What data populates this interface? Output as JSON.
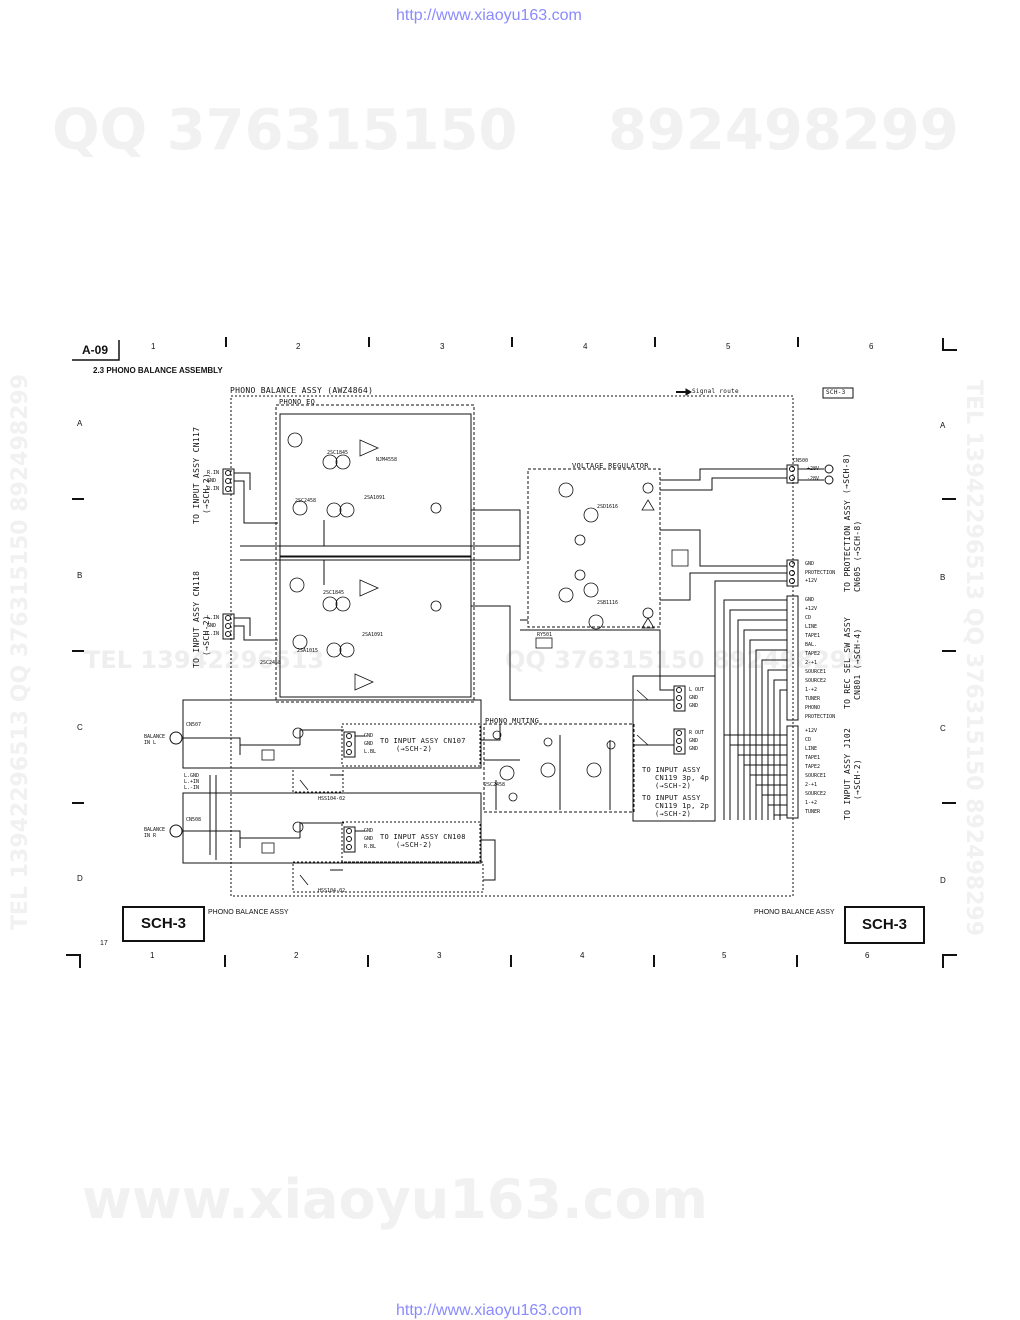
{
  "header": {
    "url_top": "http://www.xiaoyu163.com",
    "url_bottom": "http://www.xiaoyu163.com"
  },
  "watermarks": {
    "qq1": "QQ 376315150",
    "qq2": "892498299",
    "site": "www.xiaoyu163.com",
    "tel_left": "TEL 13942296513  QQ 376315150  892498299",
    "tel_right": "TEL 13942296513  QQ 376315150  892498299",
    "tel_mid": "TEL 13942296513",
    "qq_mid": "QQ 376315150 892498299"
  },
  "page": {
    "tag": "A-09",
    "section": "2.3  PHONO BALANCE ASSEMBLY",
    "page_number": "17",
    "columns": [
      "1",
      "2",
      "3",
      "4",
      "5",
      "6"
    ],
    "rows": [
      "A",
      "B",
      "C",
      "D"
    ]
  },
  "schematic": {
    "title": "PHONO BALANCE ASSY (AWZ4864)",
    "signal_route": "Signal route",
    "sheet": "SCH-3",
    "phono_eq": "PHONO EQ",
    "voltage_regulator": "VOLTAGE REGULATOR",
    "phono_muting": "PHONO MUTING",
    "cn117_label": "TO INPUT ASSY CN117",
    "cn117_ref": "(→SCH-2)",
    "cn118_label": "TO INPUT ASSY CN118",
    "cn118_ref": "(→SCH-2)",
    "cn107_label": "TO INPUT ASSY CN107",
    "cn107_ref": "(→SCH-2)",
    "cn108_label": "TO INPUT ASSY CN108",
    "cn108_ref": "(→SCH-2)",
    "cn119a_label": "TO INPUT ASSY",
    "cn119a_pins": "CN119 3p, 4p",
    "cn119a_ref": "(→SCH-2)",
    "cn119b_label": "TO INPUT ASSY",
    "cn119b_pins": "CN119 1p, 2p",
    "cn119b_ref": "(→SCH-2)",
    "protection_label": "TO PROTECTION ASSY",
    "protection_ref": "CN605 (→SCH-8)",
    "rec_sel_label": "TO REC SEL SW ASSY",
    "rec_sel_ref": "CN801 (→SCH-4)",
    "input_j102_label": "TO INPUT ASSY J102",
    "input_j102_ref": "(→SCH-2)",
    "sch8_ref": "(→SCH-8)",
    "balance_l": "BALANCE IN L",
    "balance_r": "BALANCE IN R",
    "cn507": "CN507",
    "cn508": "CN508",
    "cn500": "CN500",
    "l_gnd_block": [
      "L.GND",
      "L.+IN",
      "L.-IN"
    ],
    "cn117_pins": [
      "R.IN",
      "GND",
      "R.IN"
    ],
    "cn118_pins": [
      "L.IN",
      "GND",
      "L.IN"
    ],
    "gnd_lbl_pins": [
      "GND",
      "GND",
      "L.BL"
    ],
    "gnd_rbl_pins": [
      "GND",
      "GND",
      "R.BL"
    ],
    "lout_pins": [
      "L OUT",
      "GND",
      "GND"
    ],
    "rout_pins": [
      "R OUT",
      "GND",
      "GND"
    ],
    "protection_pins": [
      "GND",
      "PROTECTION",
      "+12V"
    ],
    "rec_sel_pins": [
      "GND",
      "+12V",
      "CD",
      "LINE",
      "TAPE1",
      "BAL.",
      "TAPE2",
      "2-+1",
      "SOURCE1",
      "SOURCE2",
      "1-+2",
      "TUNER",
      "PHONO",
      "PROTECTION"
    ],
    "j102_pins": [
      "+12V",
      "CD",
      "LINE",
      "TAPE1",
      "TAPE2",
      "SOURCE1",
      "2-+1",
      "SOURCE2",
      "1-+2",
      "TUNER"
    ],
    "supply_pins": [
      "+28V",
      "-28V"
    ],
    "parts": [
      "2SC1845",
      "2SA1091",
      "2SC1845",
      "2SA1091",
      "2SC2458",
      "2SA1015",
      "2SC2458",
      "2SD1616",
      "2SB1116",
      "HSS104-02",
      "HSS104-02",
      "2SC2458",
      "NJM4558",
      "RY501"
    ]
  },
  "footer": {
    "left_box": "SCH-3",
    "left_label": "PHONO BALANCE ASSY",
    "right_label": "PHONO BALANCE ASSY",
    "right_box": "SCH-3"
  }
}
